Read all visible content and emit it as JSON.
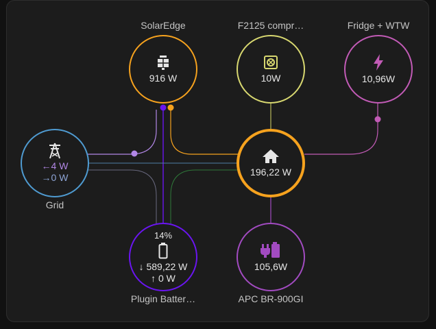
{
  "colors": {
    "solar": "#f6a21e",
    "home": "#f6a21e",
    "grid": "#4f9bd1",
    "battery": "#6a15f0",
    "f2125": "#d8d870",
    "fridge": "#c25bb6",
    "apc": "#a24bc1"
  },
  "solar": {
    "label": "SolarEdge",
    "value": "916 W",
    "icon": "solar-panel-icon"
  },
  "f2125": {
    "label": "F2125 compr…",
    "value": "10W",
    "icon": "washing-machine-icon"
  },
  "fridge": {
    "label": "Fridge + WTW",
    "value": "10,96W",
    "icon": "lightning-bolt-icon"
  },
  "grid": {
    "label": "Grid",
    "import": "←4 W",
    "export": "→0 W",
    "icon": "transmission-tower-icon"
  },
  "home": {
    "value": "196,22 W",
    "icon": "home-icon"
  },
  "battery": {
    "label": "Plugin Batter…",
    "percent": "14%",
    "in": "↓ 589,22 W",
    "out": "↑ 0 W",
    "icon": "battery-icon"
  },
  "apc": {
    "label": "APC BR-900GI",
    "value": "105,6W",
    "icon": "power-plug-battery-icon"
  }
}
